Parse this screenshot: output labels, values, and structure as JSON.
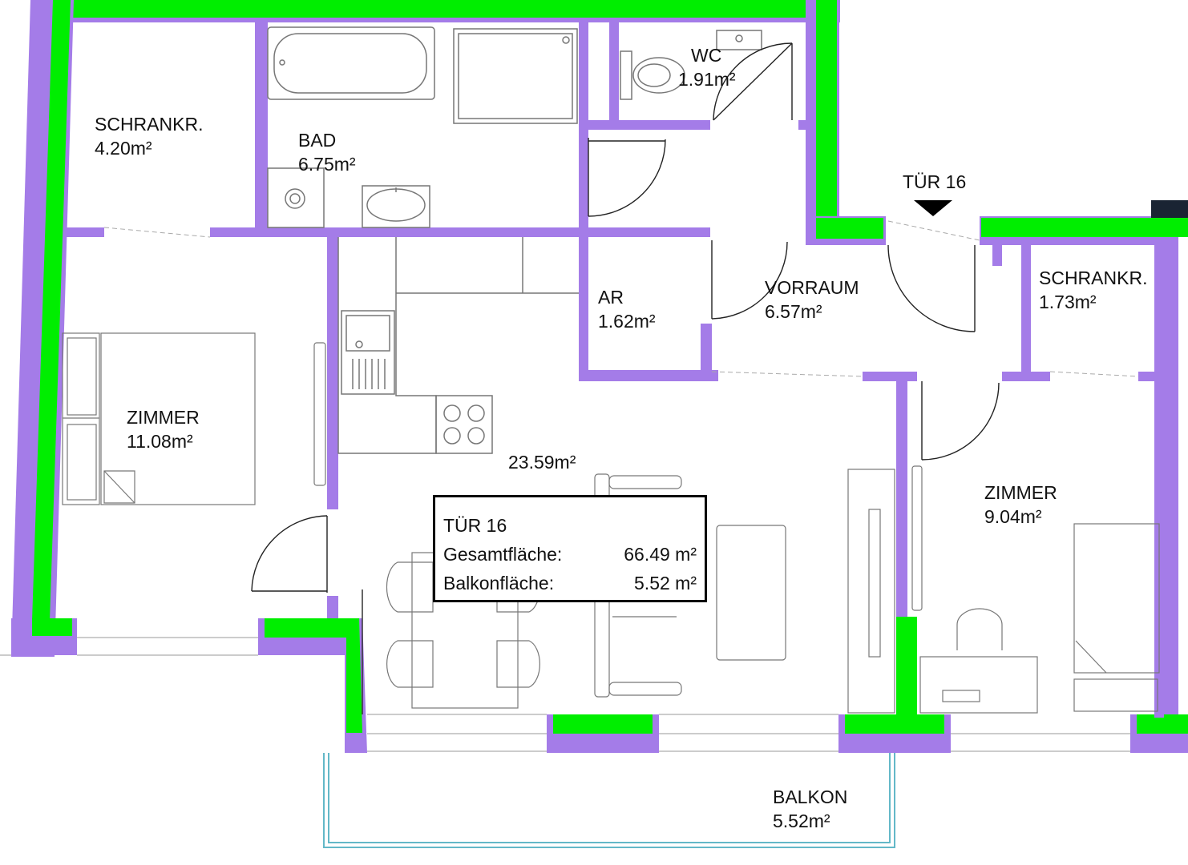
{
  "colors": {
    "exterior_wall": "#00ee00",
    "wall_band": "#a47ce8",
    "fixture_line": "#777777",
    "balcony_rail": "#63b8c8"
  },
  "rooms": {
    "schrankr_left": {
      "name": "SCHRANKR.",
      "area": "4.20m²"
    },
    "bad": {
      "name": "BAD",
      "area": "6.75m²"
    },
    "wc": {
      "name": "WC",
      "area": "1.91m²"
    },
    "zimmer_left": {
      "name": "ZIMMER",
      "area": "11.08m²"
    },
    "ar": {
      "name": "AR",
      "area": "1.62m²"
    },
    "vorraum": {
      "name": "VORRAUM",
      "area": "6.57m²"
    },
    "schrankr_right": {
      "name": "SCHRANKR.",
      "area": "1.73m²"
    },
    "wohnkueche": {
      "area": "23.59m²"
    },
    "zimmer_right": {
      "name": "ZIMMER",
      "area": "9.04m²"
    },
    "balkon": {
      "name": "BALKON",
      "area": "5.52m²"
    }
  },
  "entrance": {
    "label": "TÜR 16",
    "marker_icon": "entrance-arrow-icon"
  },
  "info_box": {
    "title": "TÜR 16",
    "gesamt_label": "Gesamtfläche:",
    "gesamt_value": "66.49 m²",
    "balkon_label": "Balkonfläche:",
    "balkon_value": "5.52 m²"
  }
}
